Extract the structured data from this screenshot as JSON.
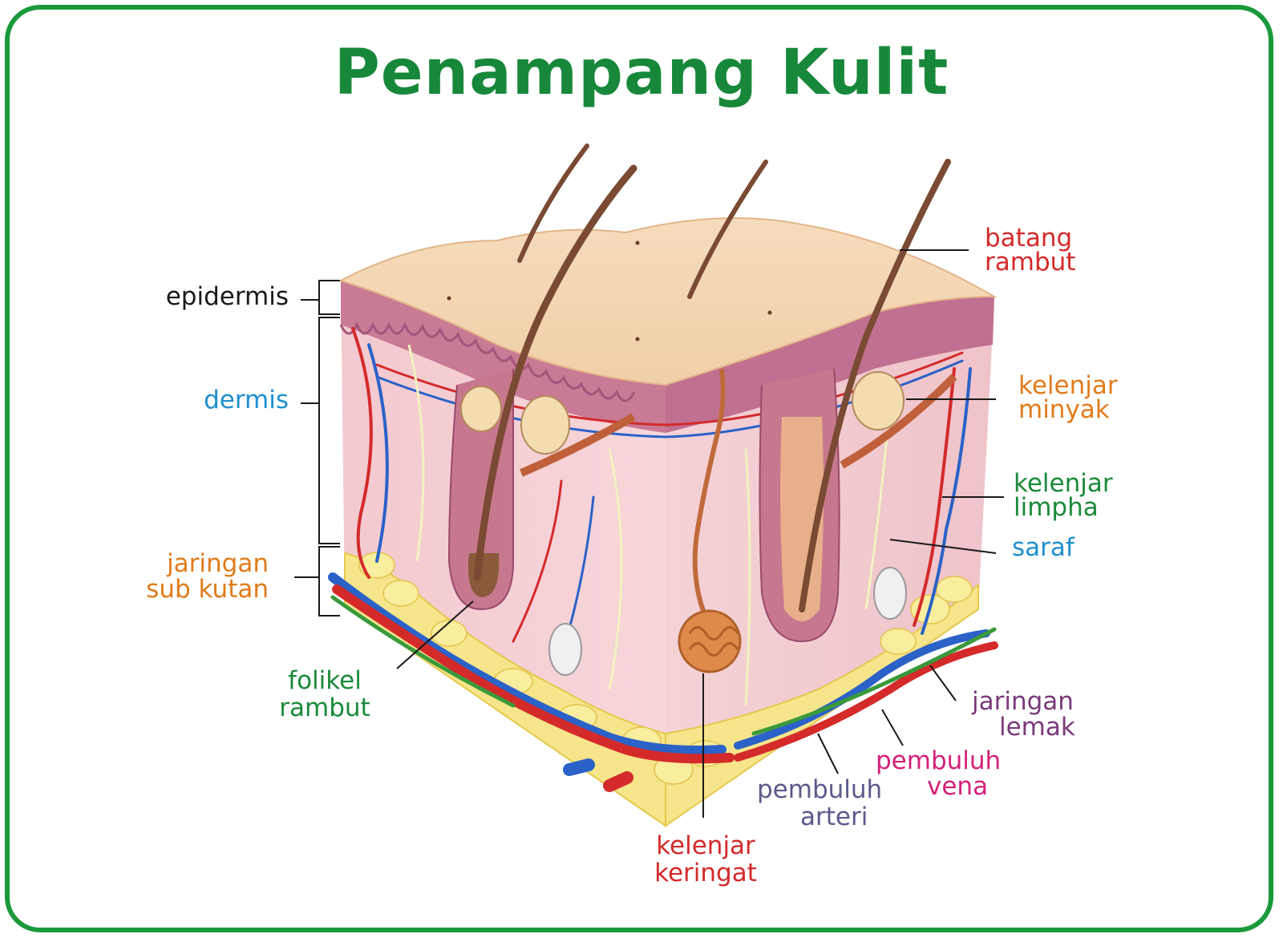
{
  "title": "Penampang Kulit",
  "colors": {
    "frame": "#1a9a3a",
    "title": "#17883a",
    "black": "#1a1a1a",
    "blue": "#1f8fd0",
    "orange": "#e07b1a",
    "green": "#1a8a3a",
    "red": "#d42a2a",
    "purple": "#7a3a7a",
    "magenta": "#d4207a",
    "slate": "#5a5a8a"
  },
  "labels": {
    "epidermis": "epidermis",
    "dermis": "dermis",
    "subkutan_1": "jaringan",
    "subkutan_2": "sub kutan",
    "folikel_1": "folikel",
    "folikel_2": "rambut",
    "batang_1": "batang",
    "batang_2": "rambut",
    "minyak_1": "kelenjar",
    "minyak_2": "minyak",
    "limpha_1": "kelenjar",
    "limpha_2": "limpha",
    "saraf": "saraf",
    "lemak_1": "jaringan",
    "lemak_2": "lemak",
    "vena_1": "pembuluh",
    "vena_2": "vena",
    "arteri_1": "pembuluh",
    "arteri_2": "arteri",
    "keringat_1": "kelenjar",
    "keringat_2": "keringat"
  }
}
